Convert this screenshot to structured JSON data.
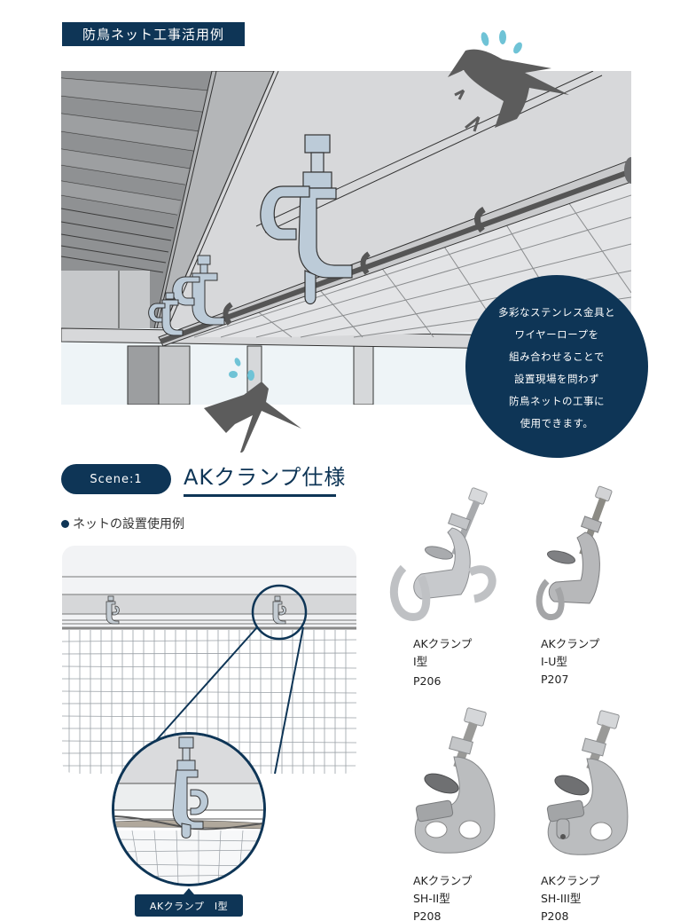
{
  "header": {
    "section_label": "防鳥ネット工事活用例"
  },
  "hero": {
    "callout_lines": [
      "多彩なステンレス金具と",
      "ワイヤーロープを",
      "組み合わせることで",
      "設置現場を問わず",
      "防鳥ネットの工事に",
      "使用できます。"
    ]
  },
  "scene": {
    "pill_label": "Scene:1",
    "title": "AKクランプ仕様",
    "subhead": "ネットの設置使用例"
  },
  "detail_tag": "AKクランプ　I型",
  "products": [
    {
      "name": "AKクランプ",
      "type": "I型",
      "page": "P206"
    },
    {
      "name": "AKクランプ",
      "type": "I-U型",
      "page": "P207"
    },
    {
      "name": "AKクランプ",
      "type": "SH-II型",
      "page": "P208"
    },
    {
      "name": "AKクランプ",
      "type": "SH-III型",
      "page": "P208"
    }
  ],
  "colors": {
    "navy": "#0e3556",
    "water_drop": "#6fc3d6",
    "silhouette": "#5c5c5c",
    "structure_gray": "#d7d8da"
  }
}
